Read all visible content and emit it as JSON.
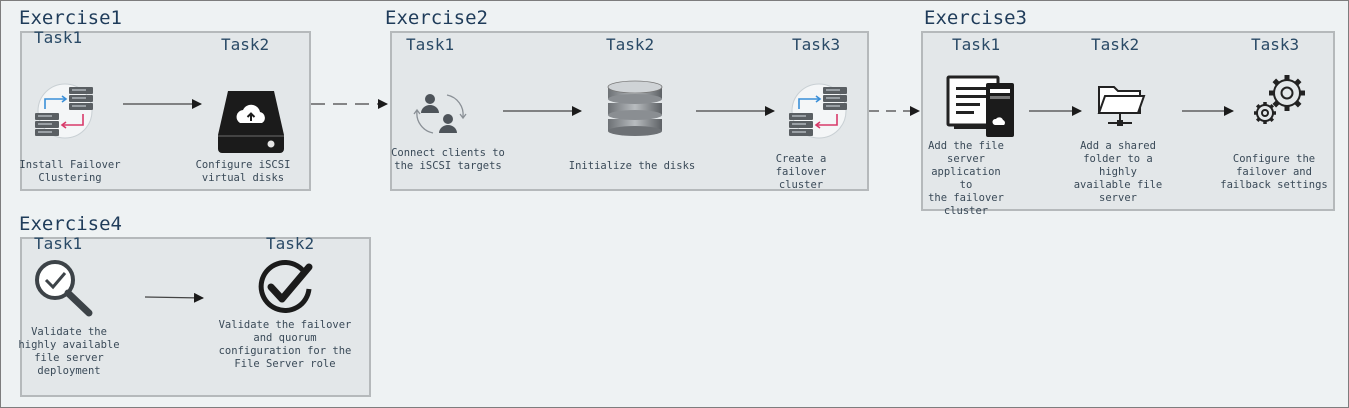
{
  "exercises": [
    {
      "title": "Exercise1",
      "tasks": [
        {
          "label": "Task1",
          "desc": "Install Failover\nClustering",
          "icon": "server-cluster-icon"
        },
        {
          "label": "Task2",
          "desc": "Configure iSCSI\nvirtual disks",
          "icon": "cloud-drive-icon"
        }
      ]
    },
    {
      "title": "Exercise2",
      "tasks": [
        {
          "label": "Task1",
          "desc": "Connect clients to\nthe iSCSI targets",
          "icon": "users-connect-icon"
        },
        {
          "label": "Task2",
          "desc": "Initialize the disks",
          "icon": "database-icon"
        },
        {
          "label": "Task3",
          "desc": "Create a\nfailover\ncluster",
          "icon": "server-cluster-icon"
        }
      ]
    },
    {
      "title": "Exercise3",
      "tasks": [
        {
          "label": "Task1",
          "desc": "Add the file\nserver\napplication to\nthe failover\ncluster",
          "icon": "file-server-icon"
        },
        {
          "label": "Task2",
          "desc": "Add a shared\nfolder to a\nhighly\navailable file\nserver",
          "icon": "shared-folder-icon"
        },
        {
          "label": "Task3",
          "desc": "Configure the\nfailover and\nfailback settings",
          "icon": "gears-icon"
        }
      ]
    },
    {
      "title": "Exercise4",
      "tasks": [
        {
          "label": "Task1",
          "desc": "Validate the\nhighly available\nfile server\ndeployment",
          "icon": "magnifier-check-icon"
        },
        {
          "label": "Task2",
          "desc": "Validate the failover\nand quorum\nconfiguration for the\nFile Server role",
          "icon": "check-circle-icon"
        }
      ]
    }
  ]
}
